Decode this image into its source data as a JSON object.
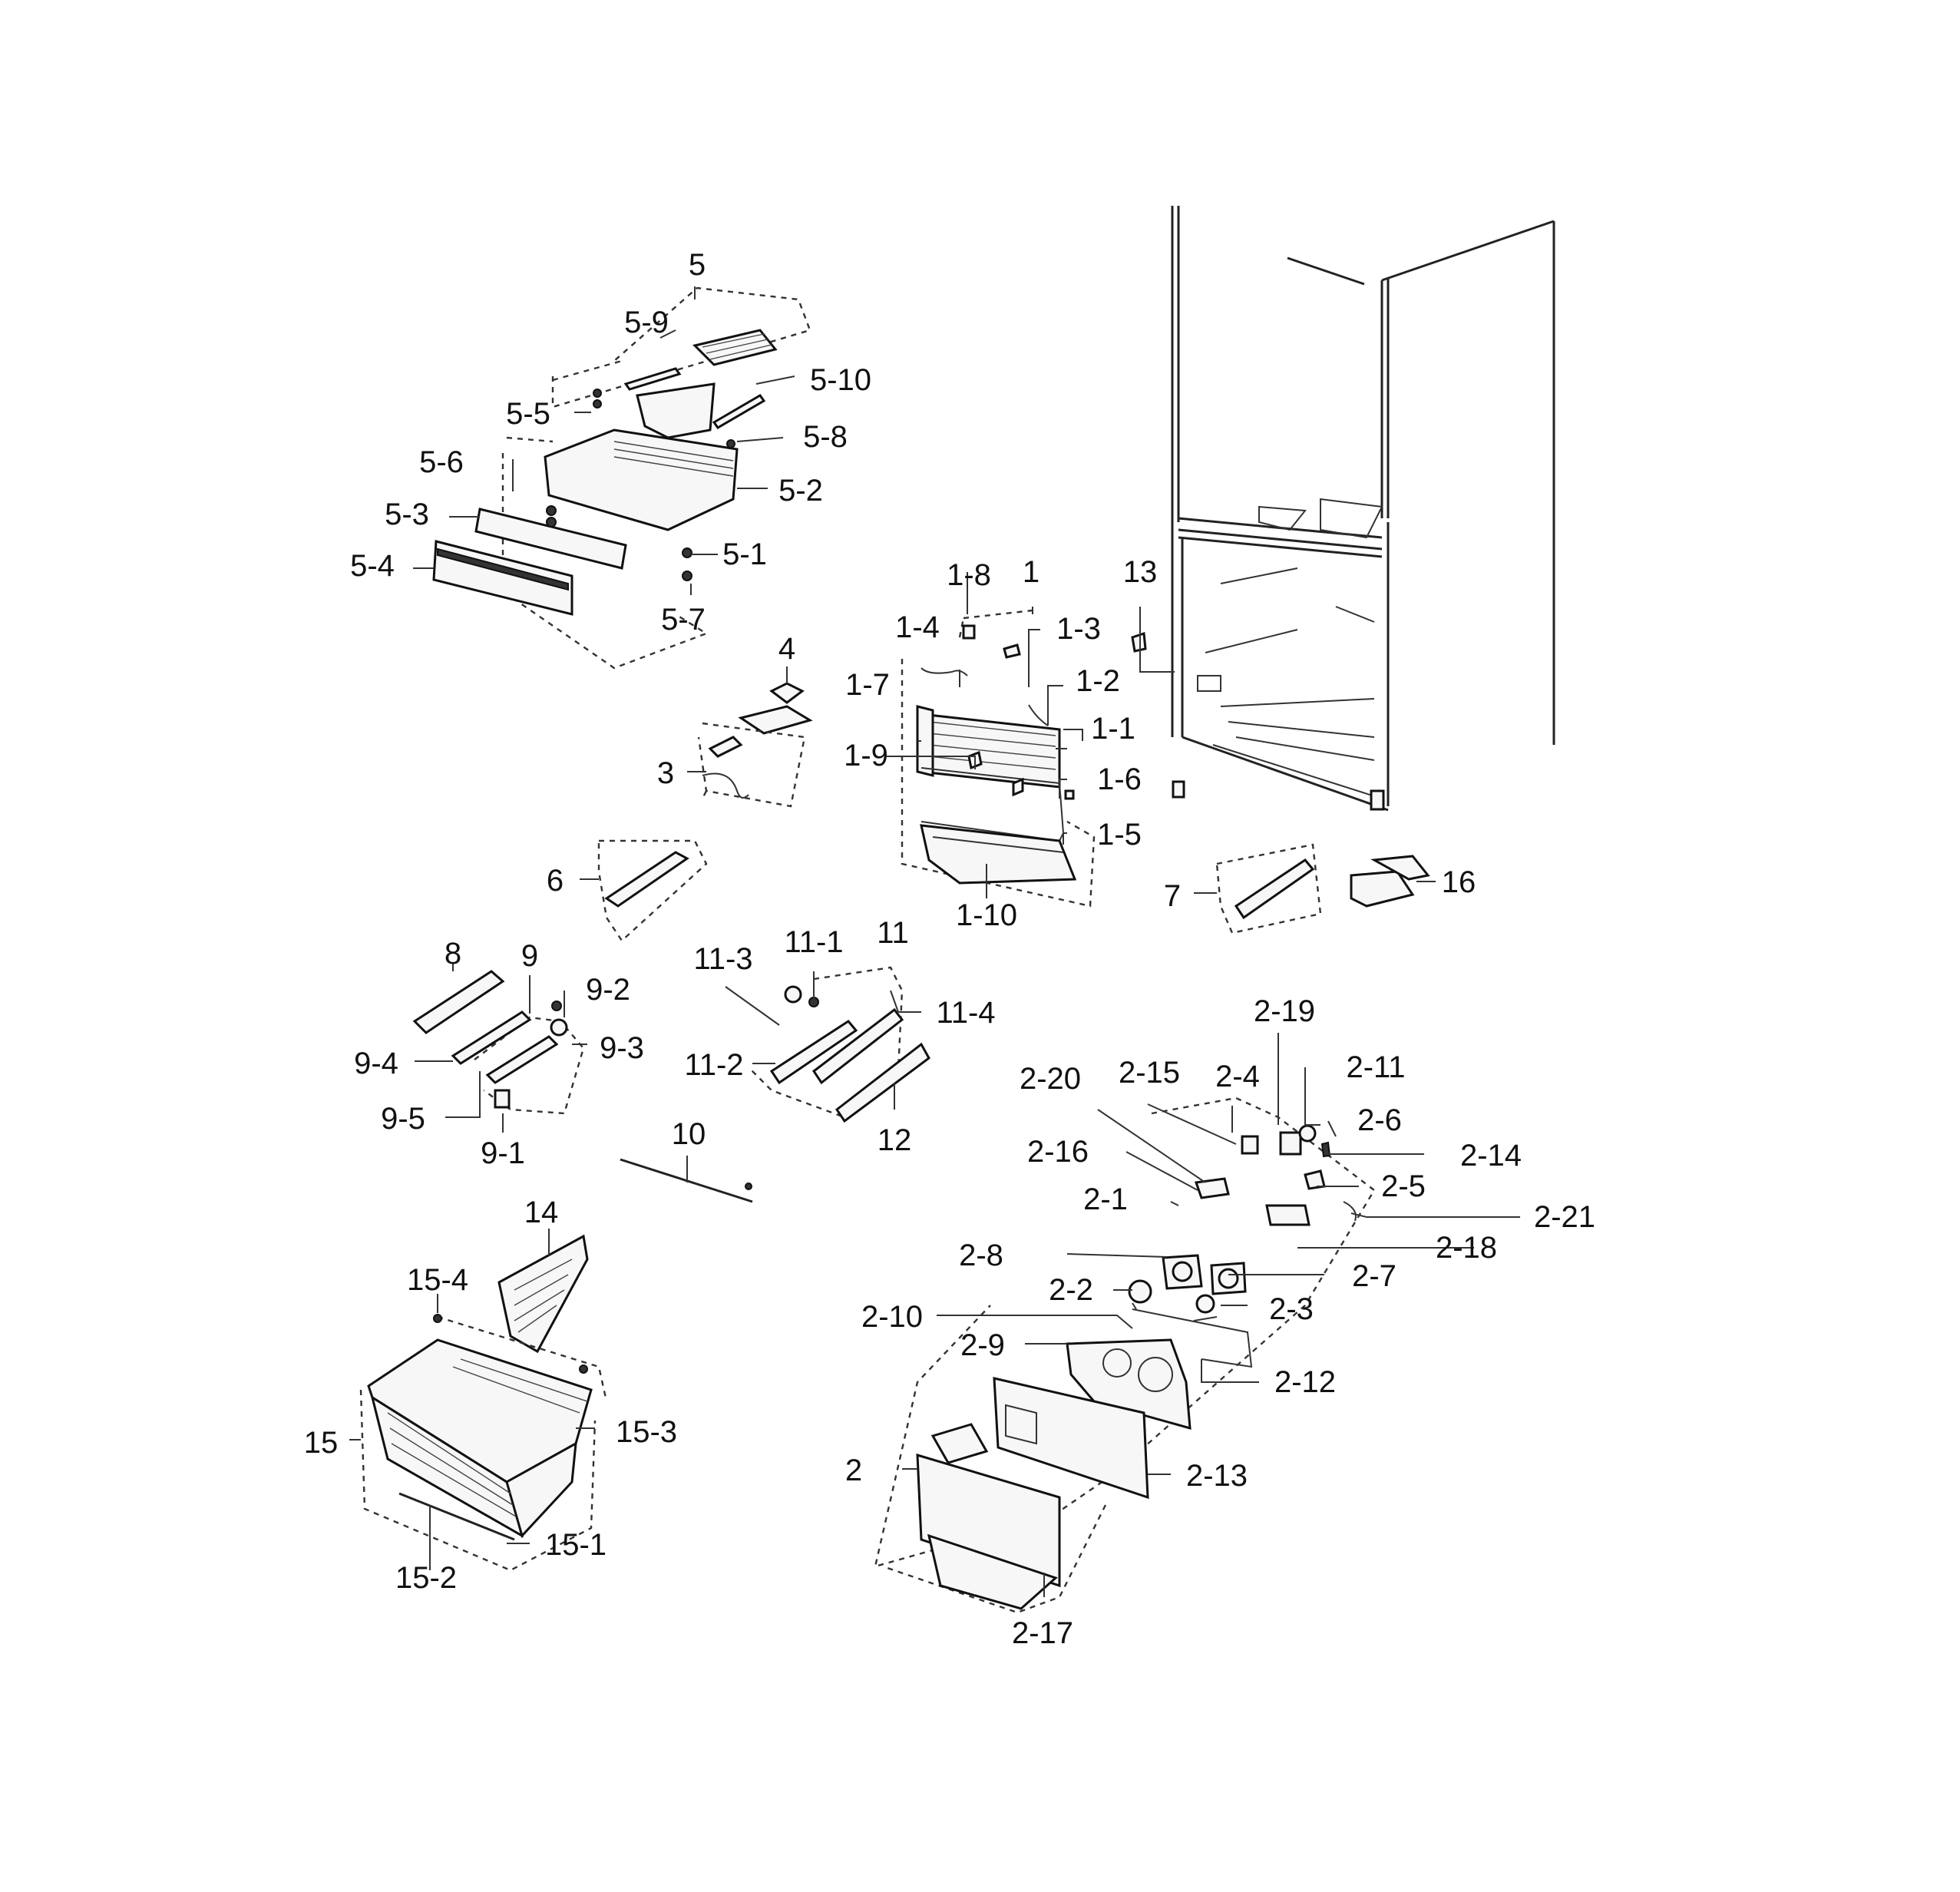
{
  "labels": {
    "l5": "5",
    "l5_9": "5-9",
    "l5_10": "5-10",
    "l5_5": "5-5",
    "l5_8": "5-8",
    "l5_6": "5-6",
    "l5_2": "5-2",
    "l5_3": "5-3",
    "l5_1": "5-1",
    "l5_4": "5-4",
    "l5_7": "5-7",
    "l1_8": "1-8",
    "l1": "1",
    "l13": "13",
    "l1_4": "1-4",
    "l1_3": "1-3",
    "l1_7": "1-7",
    "l1_2": "1-2",
    "l1_1": "1-1",
    "l1_9": "1-9",
    "l1_6": "1-6",
    "l1_5": "1-5",
    "l1_10": "1-10",
    "l4": "4",
    "l3": "3",
    "l6": "6",
    "l7": "7",
    "l16": "16",
    "l8": "8",
    "l9": "9",
    "l9_2": "9-2",
    "l9_3": "9-3",
    "l9_4": "9-4",
    "l9_5": "9-5",
    "l9_1": "9-1",
    "l11_3": "11-3",
    "l11_1": "11-1",
    "l11": "11",
    "l11_4": "11-4",
    "l11_2": "11-2",
    "l12": "12",
    "l10": "10",
    "l14": "14",
    "l15_4": "15-4",
    "l15": "15",
    "l15_3": "15-3",
    "l15_1": "15-1",
    "l15_2": "15-2",
    "l2_19": "2-19",
    "l2_20": "2-20",
    "l2_15": "2-15",
    "l2_4": "2-4",
    "l2_11": "2-11",
    "l2_6": "2-6",
    "l2_14": "2-14",
    "l2_16": "2-16",
    "l2_5": "2-5",
    "l2_1": "2-1",
    "l2_21": "2-21",
    "l2_18": "2-18",
    "l2_8": "2-8",
    "l2_7": "2-7",
    "l2_2": "2-2",
    "l2_3": "2-3",
    "l2_10": "2-10",
    "l2_9": "2-9",
    "l2_12": "2-12",
    "l2": "2",
    "l2_13": "2-13",
    "l2_17": "2-17"
  }
}
